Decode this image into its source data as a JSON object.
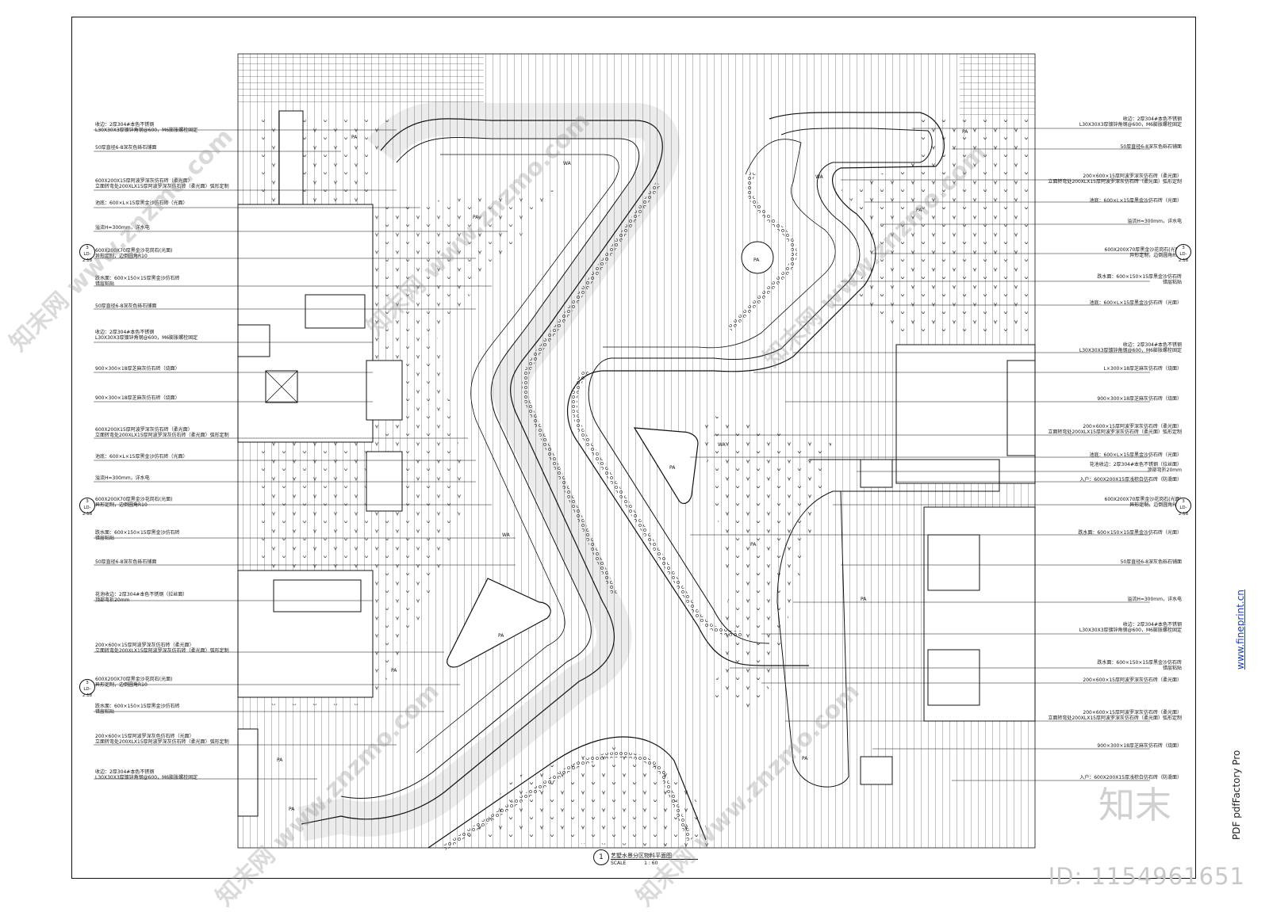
{
  "drawing": {
    "title": "艺墅水景分区物料平面图",
    "number": "1",
    "scale_label": "SCALE",
    "scale_value": "1 : 60",
    "section_ref_top": "3",
    "section_ref_bottom": "LD-2.18"
  },
  "left_notes": [
    "收边：2厚304#本色不锈钢\nL30X30X3厚镀锌角钢@600，M6膨胀螺栓固定",
    "50厚直径6-8深灰色砾石铺面",
    "600X200X15厚阿波罗深灰仿石砖（柔光面）\n立面转弯处200XLX15厚阿波罗深灰仿石砖（柔光面）弧形定制",
    "池底：600×L×15厚黑金沙仿石砖（光面）",
    "溢流H=300mm，详水电",
    "600X200X70厚黑金沙花岗石(光面)\n异形定制，边倒圆角R10",
    "跌水面：600×150×15厚黑金沙仿石砖\n错层粘贴",
    "50厚直径6-8深灰色砾石铺面",
    "收边：2厚304#本色不锈钢\nL30X30X3厚镀锌角钢@600，M6膨胀螺栓固定",
    "900×300×18厚芝麻灰仿石砖（烧面）",
    "900×300×18厚芝麻灰仿石砖（烧面）",
    "600X200X15厚阿波罗深灰仿石砖（柔光面）\n立面转弯处200XLX15厚阿波罗深灰仿石砖（柔光面）弧形定制",
    "池底：600×L×15厚黑金沙仿石砖（光面）",
    "溢流H=300mm，详水电",
    "600X200X70厚黑金沙花岗石(光面)\n异形定制，边倒圆角R10",
    "跌水面：600×150×15厚黑金沙仿石砖\n错层粘贴",
    "50厚直径6-8深灰色砾石铺面",
    "花池收边：2厚304#本色不锈钢（拉丝面）\n顶部弯折20mm",
    "200×600×15厚阿波罗深灰仿石砖（柔光面）\n立面转弯处200XLX15厚阿波罗深灰仿石砖（柔光面）弧形定制",
    "600X200X70厚黑金沙花岗石(光面)\n异形定制，边倒圆角R10",
    "跌水面：600×150×15厚黑金沙仿石砖\n错层粘贴",
    "200×600×15厚阿波罗深灰色仿石砖（光面）\n立面转弯处200XLX15厚阿波罗深灰仿石砖（柔光面）弧形定制",
    "收边：2厚304#本色不锈钢\nL30X30X3厚镀锌角钢@600，M6膨胀螺栓固定"
  ],
  "right_notes": [
    "收边：2厚304#本色不锈钢\nL30X30X3厚镀锌角钢@600，M6膨胀螺栓固定",
    "50厚直径6-8深灰色砾石铺面",
    "200×600×15厚阿波罗深灰仿石砖（柔光面）\n立面转弯处200XLX15厚阿波罗深灰仿石砖（柔光面）弧形定制",
    "池底：600×L×15厚黑金沙仿石砖（光面）",
    "溢流H=300mm，详水电",
    "600X200X70厚黑金沙花岗石(光面)\n异形定制，边倒圆角R10",
    "跌水面：600×150×15厚黑金沙仿石砖\n错层粘贴",
    "池底：600×L×15厚黑金沙仿石砖（光面）",
    "收边：2厚304#本色不锈钢\nL30X30X3厚镀锌角钢@600，M6膨胀螺栓固定",
    "L×300×18厚芝麻灰仿石砖（烧面）",
    "900×300×18厚芝麻灰仿石砖（烧面）",
    "200×600×15厚阿波罗深灰仿石砖（柔光面）\n立面转弯处200XLX15厚阿波罗深灰仿石砖（柔光面）弧形定制",
    "池底：600×L×15厚黑金沙仿石砖（光面）",
    "花池收边：2厚304#本色不锈钢（拉丝面）\n顶部弯折20mm",
    "入户：600X200X15厚浅棕白仿石砖（防滑面）",
    "600X200X70厚黑金沙花岗石(光面)\n异形定制，边倒圆角R10",
    "跌水面：600×150×15厚黑金沙仿石砖（光面）",
    "50厚直径6-8深灰色砾石铺面",
    "溢流H=300mm，详水电",
    "收边：2厚304#本色不锈钢\nL30X30X3厚镀锌角钢@600，M6膨胀螺栓固定",
    "跌水面：600×150×15厚黑金沙仿石砖\n错层粘贴",
    "200×600×15厚阿波罗深灰仿石砖（柔光面）",
    "200×600×15厚阿波罗深灰仿石砖（柔光面）\n立面转弯处200XLX15厚阿波罗深灰仿石砖（柔光面）弧形定制",
    "900×300×18厚芝麻灰仿石砖（烧面）",
    "入户：600X200X15厚浅棕白仿石砖（防滑面）"
  ],
  "zone_labels": [
    "PA",
    "WA"
  ],
  "watermarks": {
    "id": "ID: 1154961651",
    "logo": "知末",
    "side": "PDF   pdfFactory Pro",
    "site": "www.fineprint.cn",
    "diag": "知末网 www.znzmo.com"
  }
}
